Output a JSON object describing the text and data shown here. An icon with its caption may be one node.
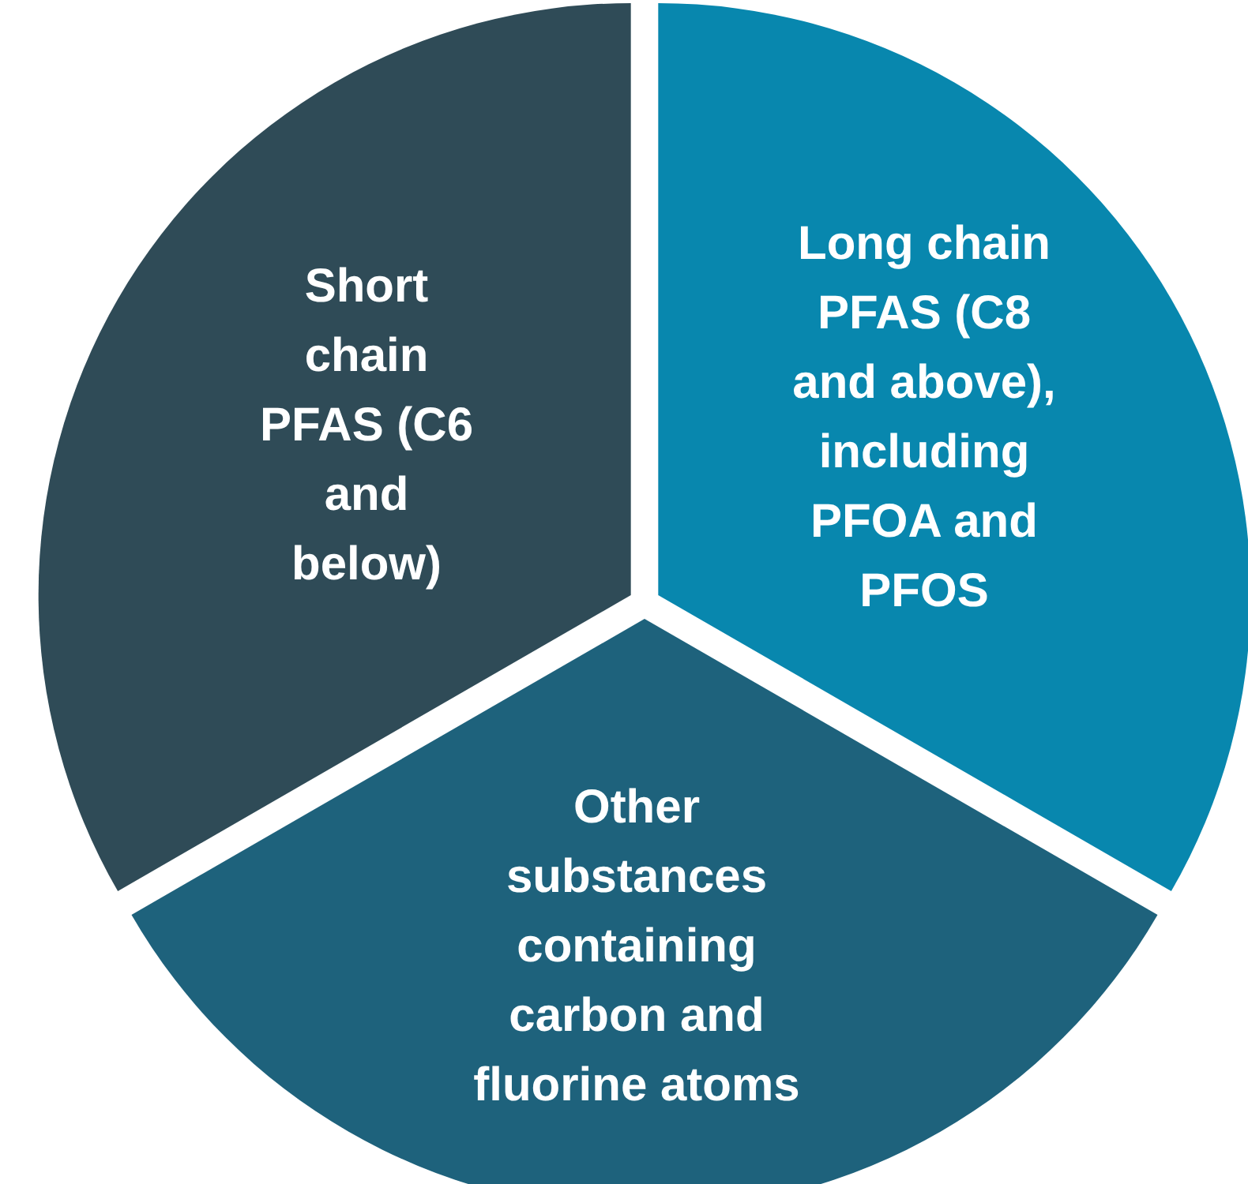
{
  "diagram": {
    "nodes": [
      {
        "text": [
          "Short chain PFAS (C6 and below)"
        ]
      },
      {
        "text": [
          "Long chain PFAS (C8 and above), including PFOA and PFOS"
        ]
      },
      {
        "text": [
          "Other substances containing carbon and fluorine atoms"
        ]
      }
    ]
  }
}
